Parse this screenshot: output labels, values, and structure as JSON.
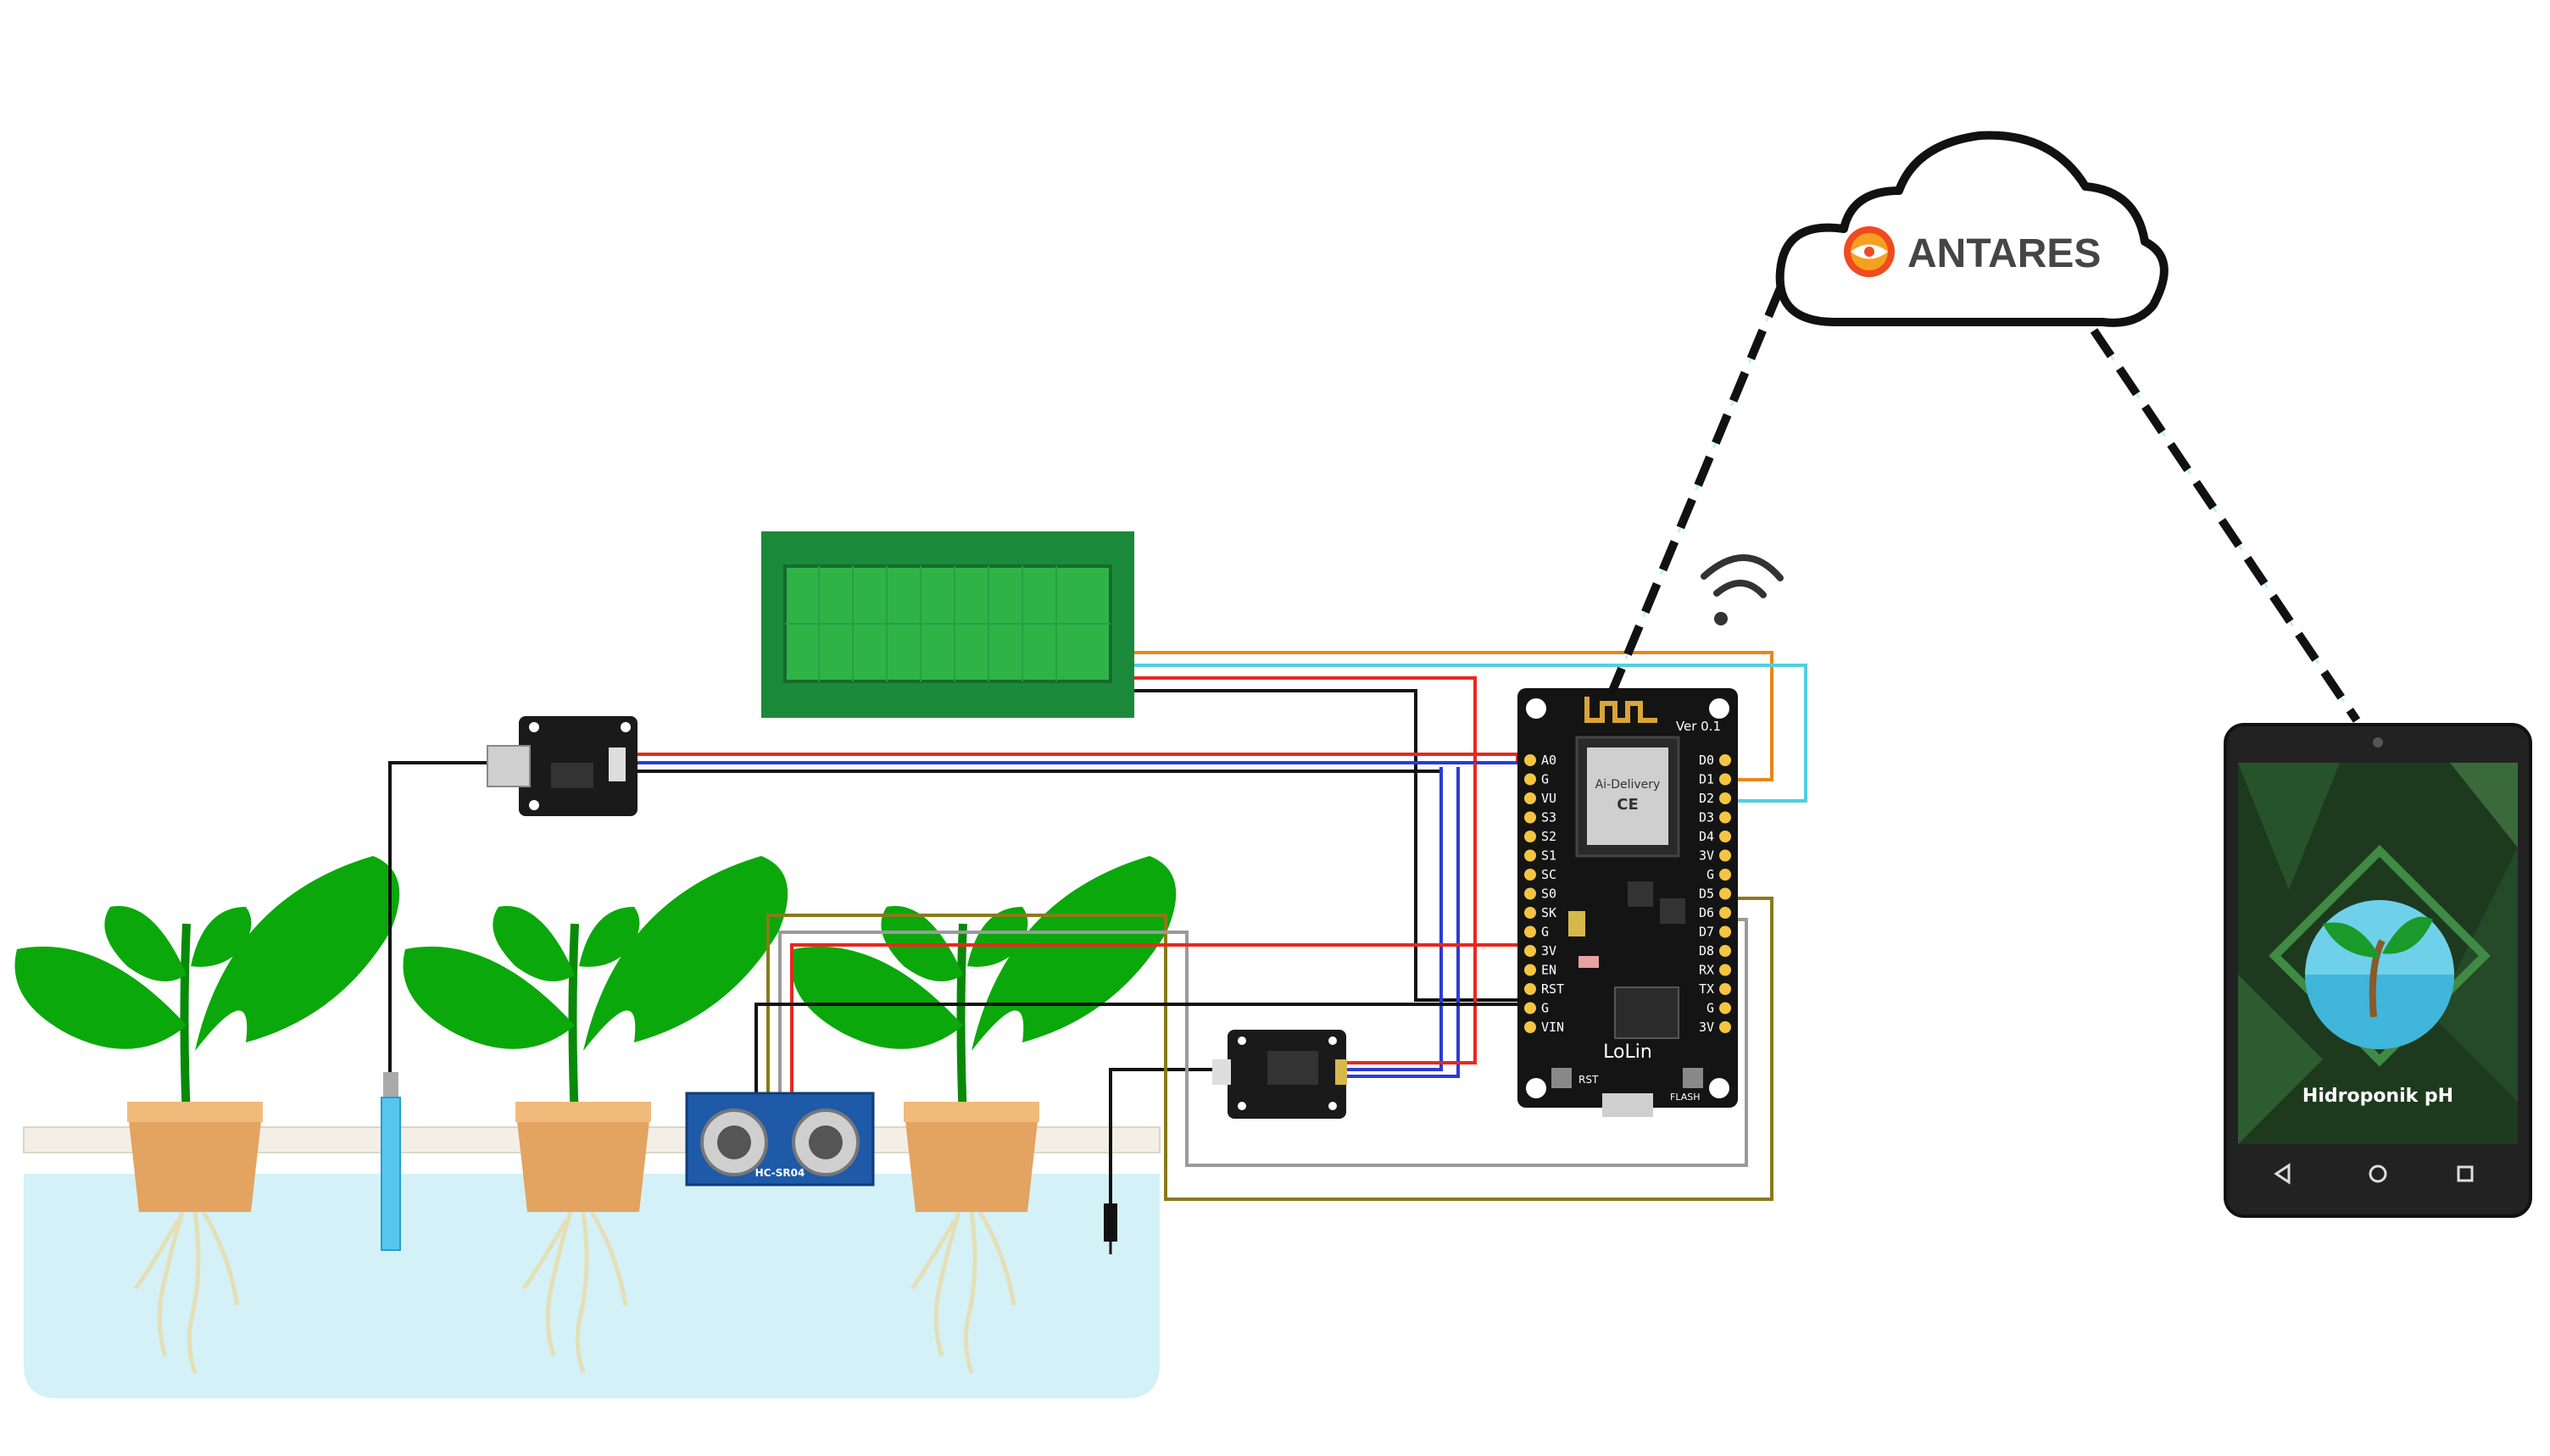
{
  "cloud": {
    "brand_text": "ANTARES",
    "logo_icon": "antares-logo-icon"
  },
  "phone": {
    "app_title": "Hidroponik pH",
    "nav_icons": [
      "back-icon",
      "home-icon",
      "recents-icon"
    ]
  },
  "nodemcu": {
    "brand": "LoLin",
    "version": "Ver 0.1",
    "module_label": "Ai-Delivery",
    "left_pins": [
      "A0",
      "G",
      "VU",
      "S3",
      "S2",
      "S1",
      "SC",
      "S0",
      "SK",
      "G",
      "3V",
      "EN",
      "RST",
      "G",
      "VIN"
    ],
    "right_pins": [
      "D0",
      "D1",
      "D2",
      "D3",
      "D4",
      "3V",
      "G",
      "D5",
      "D6",
      "D7",
      "D8",
      "RX",
      "TX",
      "G",
      "3V"
    ],
    "buttons": [
      "RST",
      "FLASH"
    ]
  },
  "ultrasonic": {
    "model": "HC-SR04"
  },
  "colors": {
    "leaf": "#0aa80a",
    "leaf_dark": "#078a07",
    "water": "#d3f1f7",
    "lcd": "#1a8a3a",
    "lcd_screen": "#2fb347",
    "wire_red": "#e8281e",
    "wire_blue": "#2b3bd6",
    "wire_black": "#111111",
    "wire_orange": "#e8861a",
    "wire_cyan": "#4fd0e0",
    "wire_olive": "#8a7a1a",
    "wire_gray": "#9a9a9a",
    "pot": "#e2a460"
  }
}
